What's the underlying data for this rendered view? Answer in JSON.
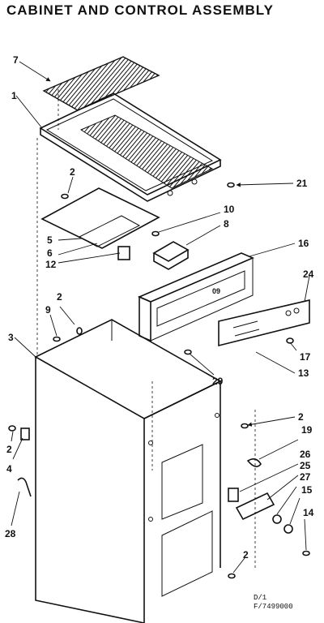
{
  "title": "CABINET AND CONTROL ASSEMBLY",
  "footer": {
    "line1": "D/1",
    "line2": "F/7499000"
  },
  "callouts": [
    "7",
    "1",
    "2",
    "21",
    "10",
    "8",
    "16",
    "5",
    "6",
    "12",
    "24",
    "2",
    "9",
    "3",
    "29",
    "17",
    "13",
    "2",
    "19",
    "2",
    "4",
    "26",
    "25",
    "27",
    "15",
    "14",
    "28",
    "2"
  ]
}
